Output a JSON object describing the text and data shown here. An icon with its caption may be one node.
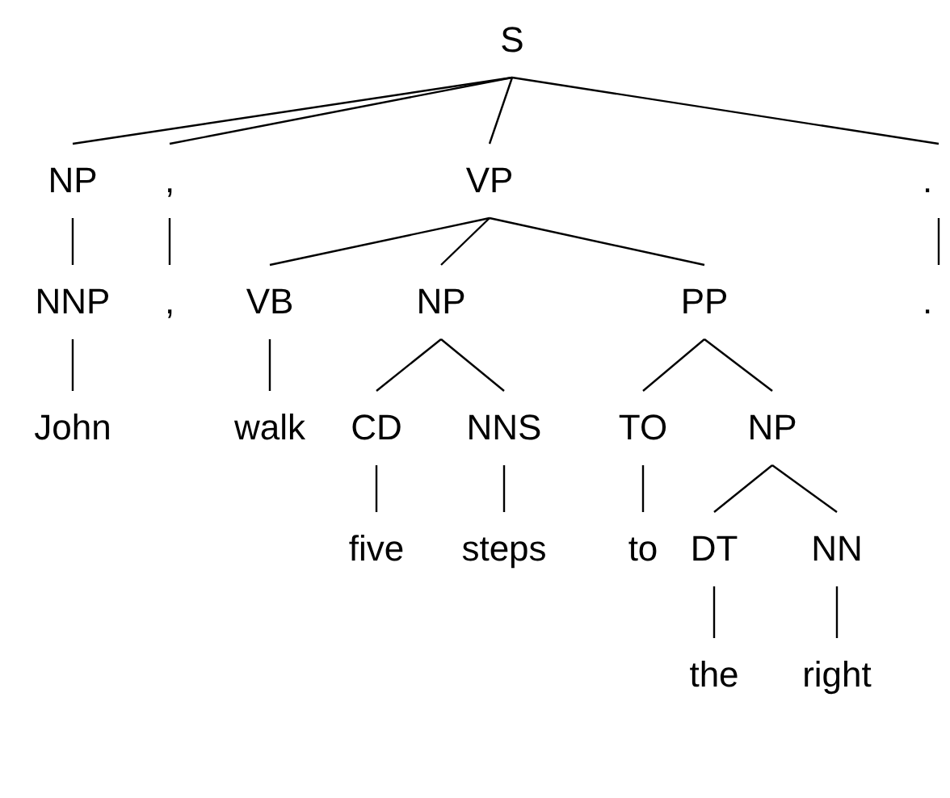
{
  "diagram": {
    "nodes": [
      {
        "text": [
          "S"
        ]
      },
      {
        "text": [
          "NP"
        ]
      },
      {
        "text": [
          ","
        ]
      },
      {
        "text": [
          "VP"
        ]
      },
      {
        "text": [
          "."
        ]
      },
      {
        "text": [
          "NNP"
        ]
      },
      {
        "text": [
          ","
        ]
      },
      {
        "text": [
          "VB"
        ]
      },
      {
        "text": [
          "NP"
        ]
      },
      {
        "text": [
          "PP"
        ]
      },
      {
        "text": [
          "."
        ]
      },
      {
        "text": [
          "John"
        ]
      },
      {
        "text": [
          "walk"
        ]
      },
      {
        "text": [
          "CD"
        ]
      },
      {
        "text": [
          "NNS"
        ]
      },
      {
        "text": [
          "TO"
        ]
      },
      {
        "text": [
          "NP"
        ]
      },
      {
        "text": [
          "five"
        ]
      },
      {
        "text": [
          "steps"
        ]
      },
      {
        "text": [
          "to"
        ]
      },
      {
        "text": [
          "DT"
        ]
      },
      {
        "text": [
          "NN"
        ]
      },
      {
        "text": [
          "the"
        ]
      },
      {
        "text": [
          "right"
        ]
      }
    ],
    "edges": [
      {
        "from": 0,
        "to": 1,
        "arrow": "none"
      },
      {
        "from": 0,
        "to": 2,
        "arrow": "none"
      },
      {
        "from": 0,
        "to": 3,
        "arrow": "none"
      },
      {
        "from": 0,
        "to": 4,
        "arrow": "none"
      },
      {
        "from": 1,
        "to": 5,
        "arrow": "none"
      },
      {
        "from": 2,
        "to": 6,
        "arrow": "none"
      },
      {
        "from": 3,
        "to": 7,
        "arrow": "none"
      },
      {
        "from": 3,
        "to": 8,
        "arrow": "none"
      },
      {
        "from": 3,
        "to": 9,
        "arrow": "none"
      },
      {
        "from": 4,
        "to": 10,
        "arrow": "none"
      },
      {
        "from": 5,
        "to": 11,
        "arrow": "none"
      },
      {
        "from": 7,
        "to": 12,
        "arrow": "none"
      },
      {
        "from": 8,
        "to": 13,
        "arrow": "none"
      },
      {
        "from": 8,
        "to": 14,
        "arrow": "none"
      },
      {
        "from": 9,
        "to": 15,
        "arrow": "none"
      },
      {
        "from": 9,
        "to": 16,
        "arrow": "none"
      },
      {
        "from": 13,
        "to": 17,
        "arrow": "none"
      },
      {
        "from": 14,
        "to": 18,
        "arrow": "none"
      },
      {
        "from": 15,
        "to": 19,
        "arrow": "none"
      },
      {
        "from": 16,
        "to": 20,
        "arrow": "none"
      },
      {
        "from": 16,
        "to": 21,
        "arrow": "none"
      },
      {
        "from": 20,
        "to": 22,
        "arrow": "none"
      },
      {
        "from": 21,
        "to": 23,
        "arrow": "none"
      }
    ]
  }
}
